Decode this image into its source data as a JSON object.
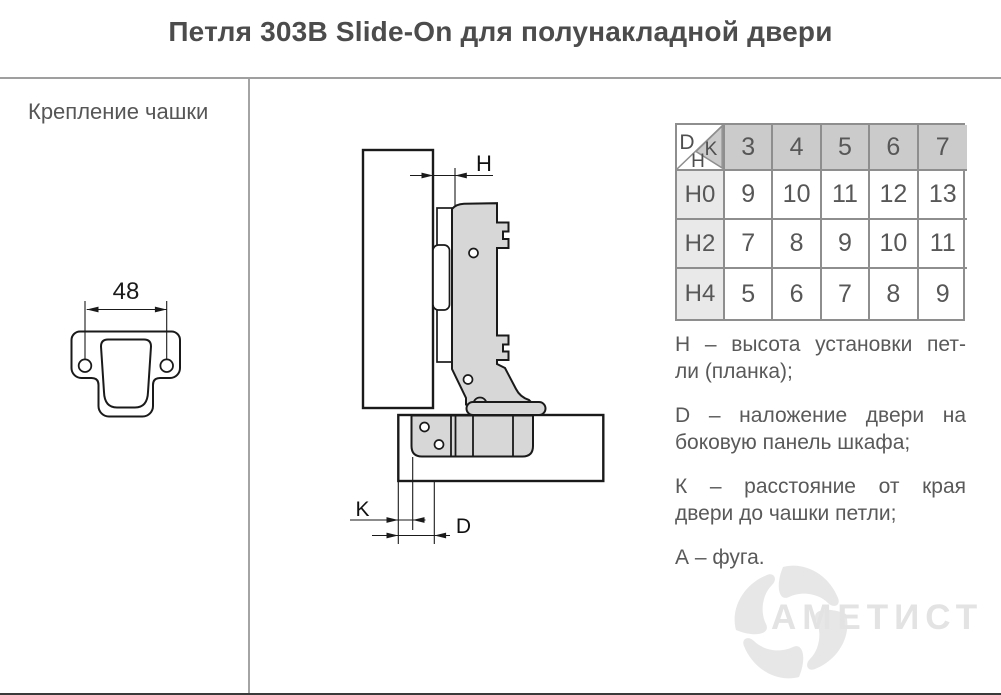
{
  "title": "Петля 303B Slide-On для полунакладной двери",
  "section_label": "Крепление чашки",
  "cup_drawing": {
    "dimension_label": "48"
  },
  "hinge_drawing": {
    "h_label": "H",
    "k_label": "K",
    "d_label": "D"
  },
  "table": {
    "corner": {
      "d": "D",
      "k": "K",
      "h": "H"
    },
    "columns": [
      "3",
      "4",
      "5",
      "6",
      "7"
    ],
    "rows": [
      {
        "header": "H0",
        "values": [
          "9",
          "10",
          "11",
          "12",
          "13"
        ]
      },
      {
        "header": "H2",
        "values": [
          "7",
          "8",
          "9",
          "10",
          "11"
        ]
      },
      {
        "header": "H4",
        "values": [
          "5",
          "6",
          "7",
          "8",
          "9"
        ]
      }
    ]
  },
  "definitions": [
    {
      "lines": [
        "Н – высота установки пет-",
        "ли (планка);"
      ]
    },
    {
      "lines": [
        "D – наложение двери на",
        "боковую панель шкафа;"
      ]
    },
    {
      "lines": [
        "К – расстояние от края",
        "двери до чашки петли;"
      ]
    },
    {
      "lines": [
        "А – фуга."
      ]
    }
  ],
  "watermark": {
    "text": "АМЕТИСТ"
  },
  "colors": {
    "line_dark": "#1a1a1a",
    "metal_gray": "#d7d7d7",
    "table_border": "#8e8e8e",
    "table_header_bg": "#cbcbcb",
    "table_rowhead_bg": "#e9e9e9",
    "text_gray": "#595959",
    "watermark_gray": "#e5e5e5",
    "rule_gray": "#9f9f9f"
  }
}
